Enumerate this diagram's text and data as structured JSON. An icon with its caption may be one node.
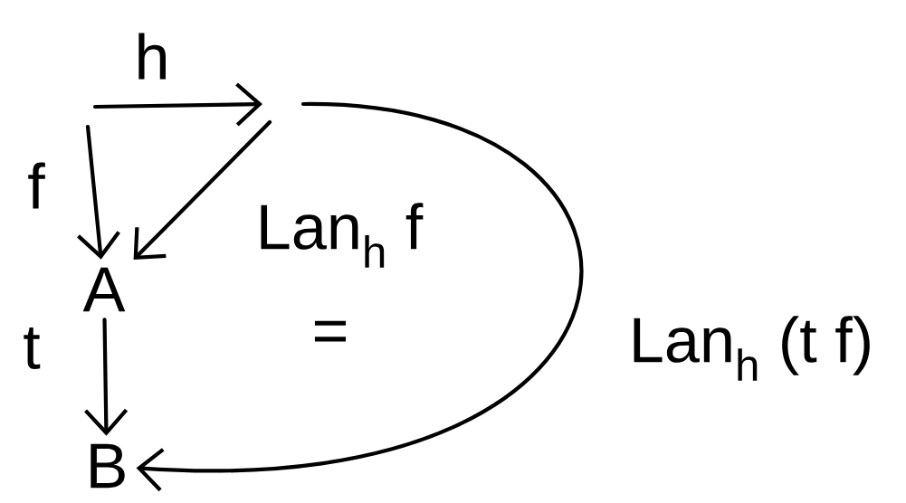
{
  "diagram": {
    "nodes": [
      {
        "text": [
          "A"
        ]
      },
      {
        "text": [
          "B"
        ]
      }
    ],
    "edges": [
      {
        "from": null,
        "to": 0,
        "arrow": "to",
        "label": "f"
      },
      {
        "from": null,
        "to": 0,
        "arrow": "to",
        "label": "Lan$_{h}$ f"
      },
      {
        "from": 0,
        "to": 1,
        "arrow": "to",
        "label": "t"
      },
      {
        "from": null,
        "to": 1,
        "arrow": "to",
        "label": "Lan$_{h}$ (t f)"
      }
    ],
    "labels": [
      "h",
      "="
    ]
  }
}
